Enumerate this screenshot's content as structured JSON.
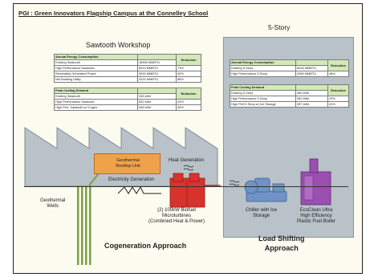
{
  "header": "PGI : Green Innovators Flagship Campus at the Connelley School",
  "sawtooth": {
    "title": "Sawtooth Workshop",
    "energy_table": {
      "header": "Annual Energy Consumption",
      "reduction_header": "Reduction",
      "rows": [
        {
          "label": "Existing Sawtooth",
          "value": "18906 MMBTU",
          "reduction": ""
        },
        {
          "label": "High Performance Sawtooth",
          "value": "5019 MMBTU",
          "reduction": "73%"
        },
        {
          "label": "Renewably Generated Power",
          "value": "3000 MMBTU",
          "reduction": "40%"
        },
        {
          "label": "Net Building Utility",
          "value": "2019 MMBTU",
          "reduction": "88%"
        }
      ]
    },
    "cooling_table": {
      "header": "Peak Cooling Demand",
      "reduction_header": "Reduction",
      "rows": [
        {
          "label": "Existing Sawtooth",
          "value": "338 kWe",
          "reduction": ""
        },
        {
          "label": "High Performance Sawtooth",
          "value": "832 kWe",
          "reduction": "24%"
        },
        {
          "label": "High Perf. Sawtooth w/ Cogen",
          "value": "548 kWe",
          "reduction": "45%"
        }
      ]
    }
  },
  "five_story": {
    "title": "5-Story",
    "energy_table": {
      "header": "Annual Energy Consumption",
      "reduction_header": "Reduction",
      "rows": [
        {
          "label": "Existing 5-Story",
          "value": "8434 MMBTU",
          "reduction": ""
        },
        {
          "label": "High Performance 5-Story",
          "value": "4389 MMBTU",
          "reduction": "48%"
        }
      ]
    },
    "cooling_table": {
      "header": "Peak Cooling Demand",
      "reduction_header": "Reduction",
      "rows": [
        {
          "label": "Existing 5-Story",
          "value": "489 kWe",
          "reduction": ""
        },
        {
          "label": "High Performance 5-Story",
          "value": "350 kWe",
          "reduction": "29%"
        },
        {
          "label": "High Perf 5-Story w/ Ice Storage",
          "value": "287 kWe",
          "reduction": "41%"
        }
      ]
    }
  },
  "diagram": {
    "geothermal_unit": [
      "Geothermal",
      "Rooftop Unit"
    ],
    "heat_generation": "Heat Generation",
    "electricity_generation": "Electricity Generation",
    "geothermal_wells": [
      "Geothermal",
      "Wells"
    ],
    "microturbines": [
      "(2) 100kW Biofuel",
      "Microturbines",
      "(Combined Heat & Power)"
    ],
    "chiller": [
      "Chiller with Ice",
      "Storage"
    ],
    "boiler": [
      "EcoClean Ultra",
      "High Efficiency",
      "Plastic Fuel Boiler"
    ],
    "cogeneration": "Cogeneration Approach",
    "load_shifting": [
      "Load Shifting",
      "Approach"
    ]
  },
  "colors": {
    "page_background": "#fbfbf0",
    "building_blue": "#b8c2c8",
    "table_header_green": "#d4e9b8",
    "geothermal_orange": "#f0a24a",
    "turbine_red": "#d8322c",
    "chiller_blue": "#6f93c6",
    "boiler_purple": "#9b4fb0",
    "wells_green": "#7aa23c"
  },
  "icons": [
    "fan-icon",
    "fan-icon",
    "electricity-zigzag-icon",
    "heat-wave-icon",
    "heat-wave-icon",
    "microturbine-icon",
    "chiller-icon",
    "boiler-icon"
  ]
}
